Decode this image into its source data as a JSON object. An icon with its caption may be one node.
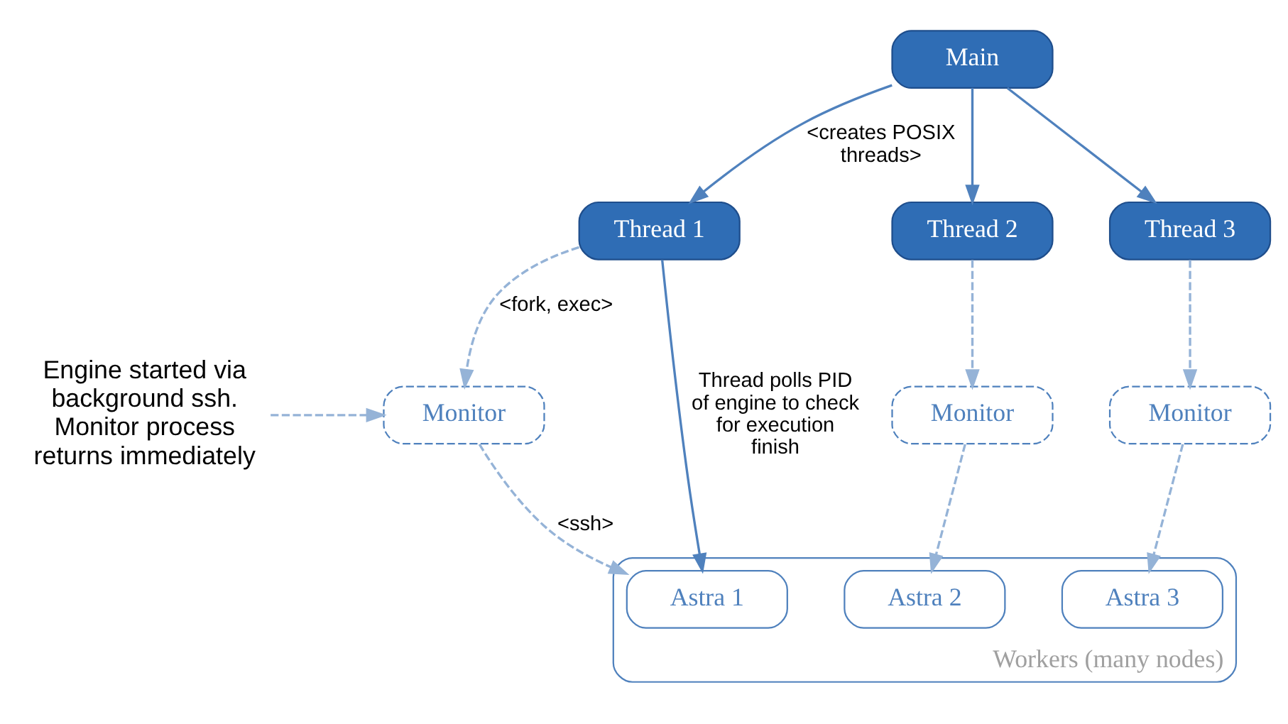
{
  "diagram": {
    "nodes": [
      {
        "text": [
          "Main"
        ]
      },
      {
        "text": [
          "Thread 1"
        ]
      },
      {
        "text": [
          "Thread 2"
        ]
      },
      {
        "text": [
          "Thread 3"
        ]
      },
      {
        "text": [
          "Monitor"
        ]
      },
      {
        "text": [
          "Monitor"
        ]
      },
      {
        "text": [
          "Monitor"
        ]
      },
      {
        "text": [
          "Workers (many nodes)"
        ]
      },
      {
        "text": [
          "Astra 1"
        ],
        "in": 7
      },
      {
        "text": [
          "Astra 2"
        ],
        "in": 7
      },
      {
        "text": [
          "Astra 3"
        ],
        "in": 7
      },
      {
        "text": [
          "Engine started via background ssh. Monitor process returns immediately"
        ]
      }
    ],
    "edges": [
      {
        "from": 0,
        "to": 1,
        "arrow": "to",
        "label": "<creates POSIX threads>"
      },
      {
        "from": 0,
        "to": 2,
        "arrow": "to"
      },
      {
        "from": 0,
        "to": 3,
        "arrow": "to"
      },
      {
        "from": 1,
        "to": 4,
        "arrow": "to",
        "style": "dashed",
        "color": "#95b3d7",
        "label": "<fork, exec>"
      },
      {
        "from": 2,
        "to": 5,
        "arrow": "to",
        "style": "dashed",
        "color": "#95b3d7"
      },
      {
        "from": 3,
        "to": 6,
        "arrow": "to",
        "style": "dashed",
        "color": "#95b3d7"
      },
      {
        "from": 4,
        "to": 8,
        "arrow": "to",
        "style": "dashed",
        "color": "#95b3d7",
        "label": "<ssh>"
      },
      {
        "from": 5,
        "to": 9,
        "arrow": "to",
        "style": "dashed",
        "color": "#95b3d7"
      },
      {
        "from": 6,
        "to": 10,
        "arrow": "to",
        "style": "dashed",
        "color": "#95b3d7"
      },
      {
        "from": 11,
        "to": 4,
        "arrow": "to",
        "style": "dashed",
        "color": "#95b3d7"
      },
      {
        "from": 1,
        "to": 8,
        "arrow": "to",
        "label": "Thread polls PID of engine to check for execution finish"
      }
    ]
  }
}
